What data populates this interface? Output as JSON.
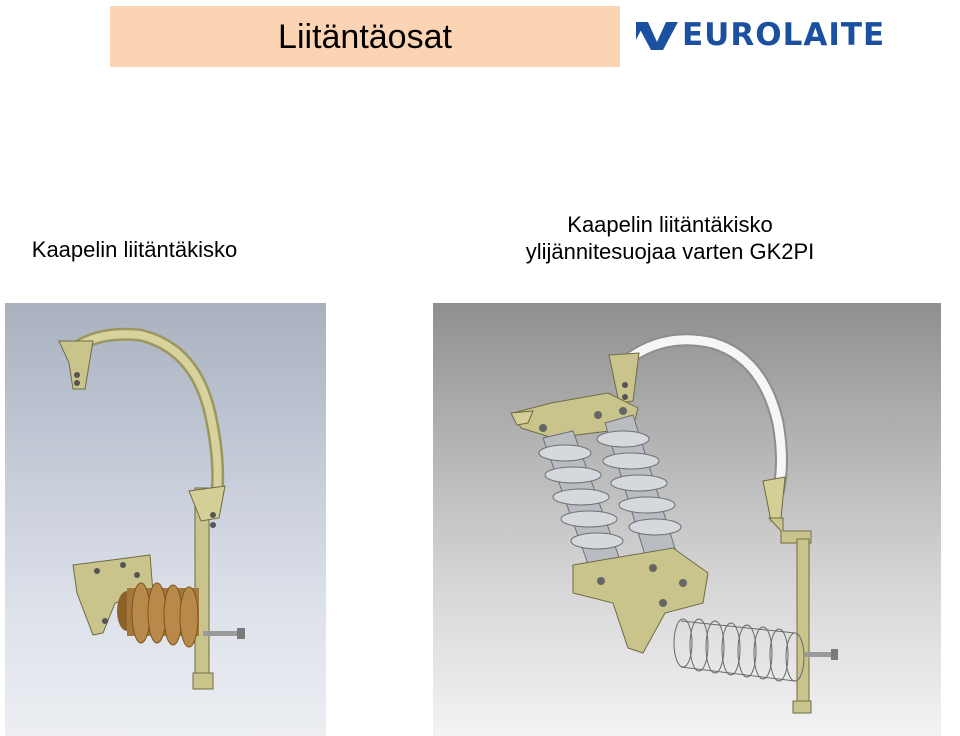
{
  "slide": {
    "title": "Liitäntäosat",
    "logo_text": "EUROLAITE",
    "caption_left": "Kaapelin liitäntäkisko",
    "caption_right_line1": "Kaapelin liitäntäkisko",
    "caption_right_line2": "ylijännitesuojaa varten GK2PI"
  },
  "colors": {
    "title_background": "#fbd4b4",
    "logo_blue": "#1b4fa0",
    "bracket_olive": "#c9c48c",
    "insulator_brown": "#a4783a",
    "insulator_grey": "#c4c7cc"
  }
}
